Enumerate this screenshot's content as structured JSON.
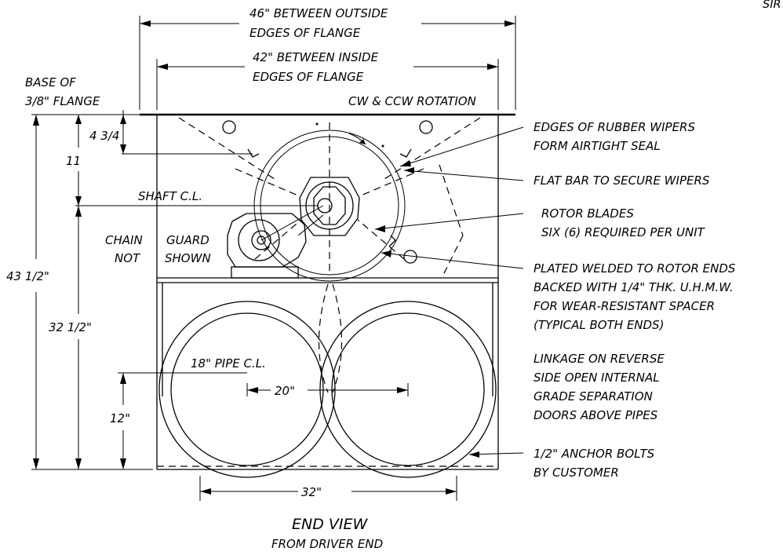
{
  "sheet_ref": "SIR",
  "dimensions": {
    "outside_flange": [
      "46\" BETWEEN OUTSIDE",
      "EDGES OF FLANGE"
    ],
    "inside_flange": [
      "42\" BETWEEN INSIDE",
      "EDGES OF FLANGE"
    ],
    "base_flange": [
      "BASE OF",
      "3/8\" FLANGE"
    ],
    "height_top": "4 3/4",
    "height_11": "11",
    "shaft_cl": "SHAFT  C.L.",
    "total_height": "43 1/2\"",
    "shaft_height": "32 1/2\"",
    "pipe_cl": "18\" PIPE C.L.",
    "pipe_spacing": "20\"",
    "pipe_height": "12\"",
    "base_width": "32\""
  },
  "notes": {
    "rotation": "CW & CCW ROTATION",
    "chain": [
      "CHAIN",
      "NOT"
    ],
    "guard": [
      "GUARD",
      "SHOWN"
    ]
  },
  "callouts": {
    "wipers": [
      "EDGES OF RUBBER WIPERS",
      "FORM AIRTIGHT SEAL"
    ],
    "flat_bar": "FLAT BAR TO SECURE WIPERS",
    "rotor": [
      "ROTOR BLADES",
      "SIX (6) REQUIRED PER UNIT"
    ],
    "plated": [
      "PLATED WELDED TO ROTOR ENDS",
      "BACKED WITH 1/4\" THK. U.H.M.W.",
      "FOR WEAR-RESISTANT SPACER",
      "(TYPICAL BOTH ENDS)"
    ],
    "linkage": [
      "LINKAGE ON REVERSE",
      "SIDE OPEN INTERNAL",
      "GRADE SEPARATION",
      "DOORS ABOVE PIPES"
    ],
    "anchor": [
      "1/2\" ANCHOR BOLTS",
      "BY CUSTOMER"
    ]
  },
  "view_title": {
    "title": "END VIEW",
    "subtitle": "FROM DRIVER END"
  }
}
